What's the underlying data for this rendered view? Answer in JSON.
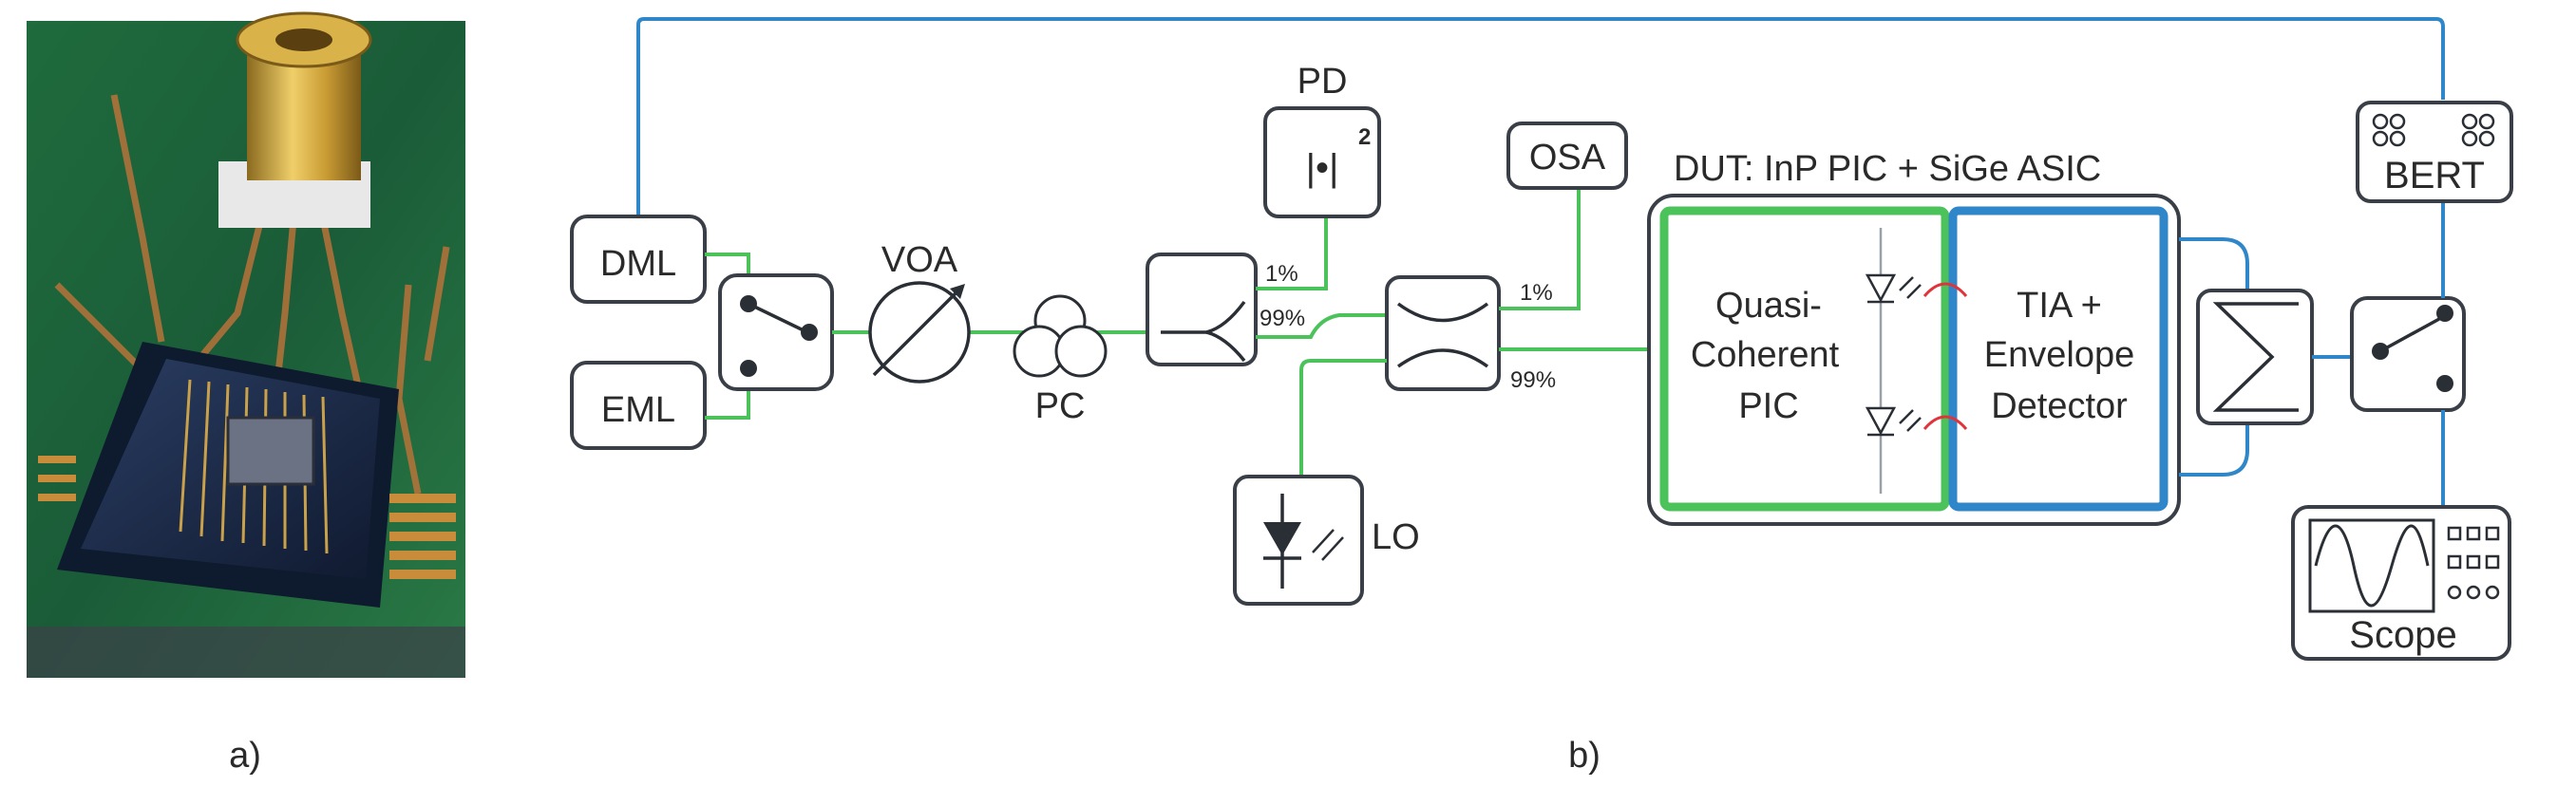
{
  "panel_a": {
    "caption": "a)"
  },
  "panel_b": {
    "caption": "b)",
    "sources": {
      "dml": "DML",
      "eml": "EML"
    },
    "voa": "VOA",
    "pc": "PC",
    "pd": {
      "label": "PD",
      "symbol": "|•|",
      "exponent": "2"
    },
    "splitter1": {
      "tap": "1%",
      "through": "99%"
    },
    "osa": "OSA",
    "coupler2": {
      "tap": "1%",
      "through": "99%"
    },
    "lo": "LO",
    "dut": {
      "title": "DUT: InP PIC + SiGe ASIC",
      "pic_lines": [
        "Quasi-",
        "Coherent",
        "PIC"
      ],
      "asic_lines": [
        "TIA +",
        "Envelope",
        "Detector"
      ]
    },
    "bert": "BERT",
    "scope": "Scope"
  },
  "colors": {
    "optical": "#4cc35a",
    "electrical": "#2f86c8",
    "outline": "#3a3f47",
    "dut_pic": "#4cc35a",
    "dut_asic": "#2f86c8"
  }
}
